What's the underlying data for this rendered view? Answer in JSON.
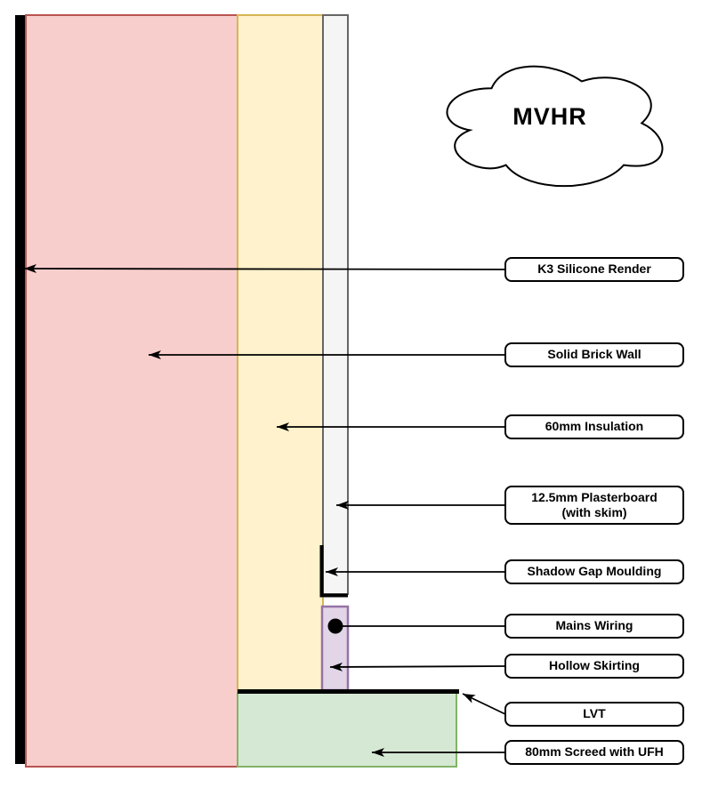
{
  "cloud": {
    "label": "MVHR"
  },
  "colors": {
    "render": "#000000",
    "brick_fill": "#F8CECC",
    "brick_stroke": "#B85450",
    "insulation_fill": "#FFF2CC",
    "insulation_stroke": "#D6B656",
    "plasterboard_fill": "#F5F5F5",
    "plasterboard_stroke": "#666666",
    "skirting_fill": "#E1D5E7",
    "skirting_stroke": "#9673A6",
    "screed_fill": "#D5E8D4",
    "screed_stroke": "#82B366",
    "line": "#000000",
    "label_fill": "#FFFFFF",
    "label_border": "#000000",
    "cloud_fill": "#FFFFFF",
    "cloud_stroke": "#000000"
  },
  "labels": [
    {
      "id": "k3-silicone-render",
      "text": "K3 Silicone Render"
    },
    {
      "id": "solid-brick-wall",
      "text": "Solid Brick Wall"
    },
    {
      "id": "60mm-insulation",
      "text": "60mm Insulation"
    },
    {
      "id": "plasterboard",
      "text": "12.5mm Plasterboard\n(with skim)"
    },
    {
      "id": "shadow-gap-moulding",
      "text": "Shadow Gap Moulding"
    },
    {
      "id": "mains-wiring",
      "text": "Mains Wiring"
    },
    {
      "id": "hollow-skirting",
      "text": "Hollow Skirting"
    },
    {
      "id": "lvt",
      "text": "LVT"
    },
    {
      "id": "80mm-screed-with-ufh",
      "text": "80mm Screed with UFH"
    }
  ]
}
